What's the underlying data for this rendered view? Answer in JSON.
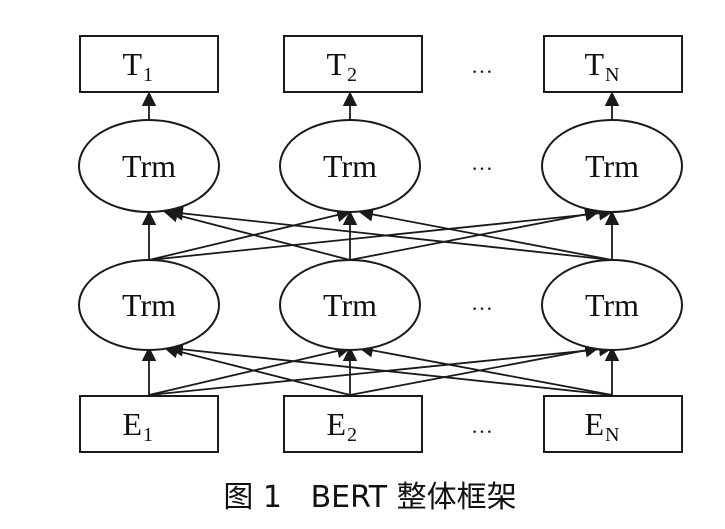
{
  "diagram": {
    "outputs": [
      {
        "base": "T",
        "sub": "1"
      },
      {
        "base": "T",
        "sub": "2"
      },
      {
        "base": "T",
        "sub": "N"
      }
    ],
    "upper_layer": [
      "Trm",
      "Trm",
      "Trm"
    ],
    "lower_layer": [
      "Trm",
      "Trm",
      "Trm"
    ],
    "inputs": [
      {
        "base": "E",
        "sub": "1"
      },
      {
        "base": "E",
        "sub": "2"
      },
      {
        "base": "E",
        "sub": "N"
      }
    ],
    "ellipsis": "…",
    "caption": "图 1   BERT 整体框架"
  }
}
